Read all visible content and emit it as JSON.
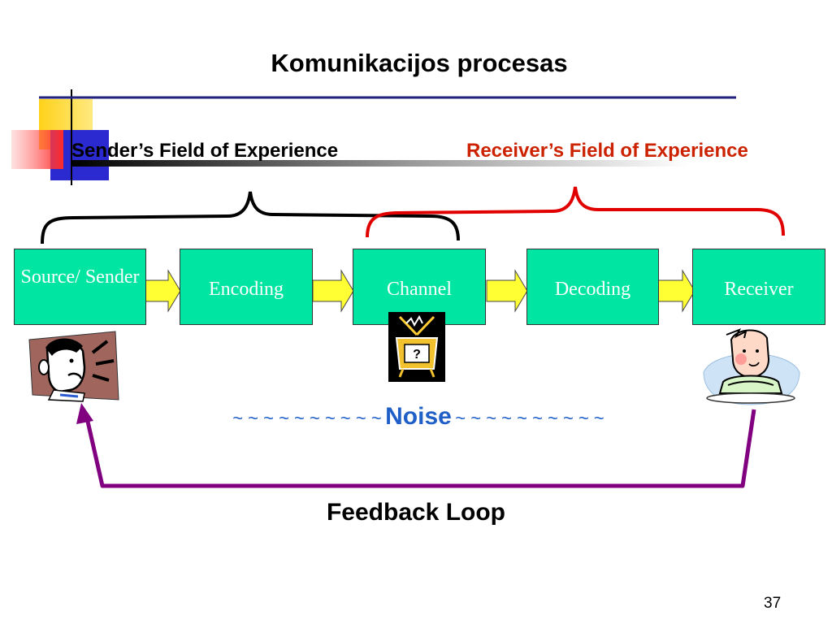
{
  "slide": {
    "title": "Komunikacijos procesas",
    "page_number": "37"
  },
  "fields": {
    "sender": "Sender’s Field of Experience",
    "receiver": "Receiver’s Field of Experience"
  },
  "nodes": [
    {
      "id": "source",
      "label": "Source/ Sender"
    },
    {
      "id": "encoding",
      "label": "Encoding"
    },
    {
      "id": "channel",
      "label": "Channel"
    },
    {
      "id": "decoding",
      "label": "Decoding"
    },
    {
      "id": "receiver",
      "label": "Receiver"
    }
  ],
  "noise": {
    "left_tildes": "~ ~ ~ ~ ~ ~ ~ ~ ~ ~",
    "label": "Noise",
    "right_tildes": "~ ~ ~ ~ ~ ~ ~ ~ ~ ~"
  },
  "feedback": {
    "label": "Feedback Loop"
  },
  "colors": {
    "node_fill": "#00e5a2",
    "arrow_fill": "#ffff33",
    "sender_brace": "#000000",
    "receiver_brace": "#e00000",
    "feedback_arrow": "#800080",
    "noise_text": "#1f5fc7",
    "receiver_text": "#cc2200"
  },
  "icons": {
    "sender_figure": "shouting-man-icon",
    "channel_figure": "television-icon",
    "receiver_figure": "thinking-man-icon"
  }
}
